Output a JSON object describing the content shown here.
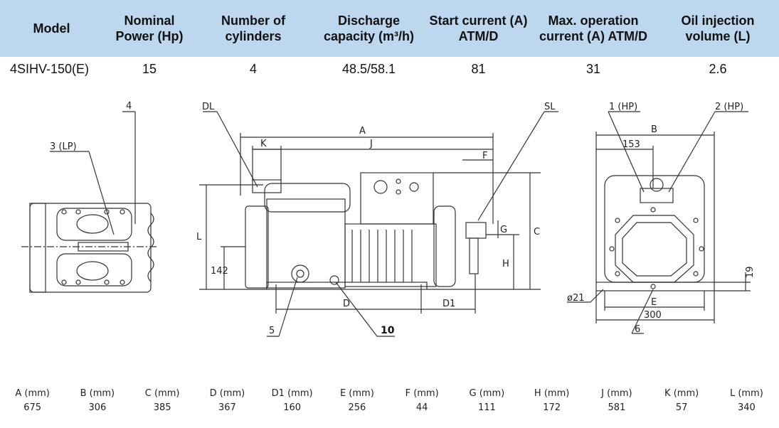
{
  "spec_table": {
    "headers": [
      "Model",
      "Nominal\nPower (Hp)",
      "Number of\ncylinders",
      "Discharge\ncapacity (m³/h)",
      "Start current (A)\nATM/D",
      "Max. operation\ncurrent (A) ATM/D",
      "Oil injection\nvolume (L)"
    ],
    "row": [
      "4SIHV-150(E)",
      "15",
      "4",
      "48.5/58.1",
      "81",
      "31",
      "2.6"
    ]
  },
  "drawing_labels": {
    "top_view": {
      "label_4": "4",
      "label_3lp": "3 (LP)"
    },
    "side_view": {
      "DL": "DL",
      "SL": "SL",
      "A": "A",
      "J": "J",
      "K": "K",
      "F": "F",
      "G": "G",
      "C": "C",
      "H": "H",
      "L": "L",
      "dim142": "142",
      "D": "D",
      "D1": "D1",
      "label_5": "5",
      "label_10": "10"
    },
    "end_view": {
      "label_1hp": "1 (HP)",
      "label_2hp": "2 (HP)",
      "B": "B",
      "dim153": "153",
      "dim19": "19",
      "phi21": "ø21",
      "E": "E",
      "dim300": "300",
      "label_6": "6"
    }
  },
  "dimension_table": {
    "items": [
      {
        "label": "A (mm)",
        "value": "675"
      },
      {
        "label": "B (mm)",
        "value": "306"
      },
      {
        "label": "C (mm)",
        "value": "385"
      },
      {
        "label": "D (mm)",
        "value": "367"
      },
      {
        "label": "D1 (mm)",
        "value": "160"
      },
      {
        "label": "E (mm)",
        "value": "256"
      },
      {
        "label": "F (mm)",
        "value": "44"
      },
      {
        "label": "G (mm)",
        "value": "111"
      },
      {
        "label": "H (mm)",
        "value": "172"
      },
      {
        "label": "J (mm)",
        "value": "581"
      },
      {
        "label": "K (mm)",
        "value": "57"
      },
      {
        "label": "L (mm)",
        "value": "340"
      }
    ]
  },
  "colors": {
    "header_bg": "#bdd7ee",
    "line": "#333333"
  }
}
